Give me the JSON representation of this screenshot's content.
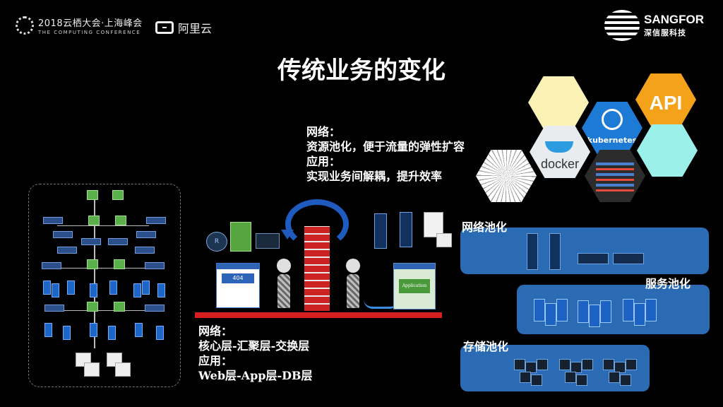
{
  "header": {
    "conference_name": "2018云栖大会·上海峰会",
    "conference_sub": "THE COMPUTING CONFERENCE",
    "partner": "阿里云",
    "brand": "SANGFOR",
    "brand_cn": "深信服科技"
  },
  "slide": {
    "title": "传统业务的变化"
  },
  "modern": {
    "line1": "网络：",
    "line2": "资源池化，便于流量的弹性扩容",
    "line3": "应用：",
    "line4": "实现业务间解耦，提升效率"
  },
  "traditional": {
    "line1": "网络：",
    "line2": "核心层-汇聚层-交换层",
    "line3": "应用：",
    "line4": "Web层-App层-DB层"
  },
  "pools": {
    "network": "网络池化",
    "service": "服务池化",
    "storage": "存储池化"
  },
  "hexagons": {
    "api": "API",
    "kubernetes": "kubernetes",
    "docker": "docker"
  },
  "scene": {
    "error_page": "404",
    "router_letter": "R",
    "app_window": "Application"
  },
  "colors": {
    "pool_blue": "#2a6bb3",
    "firewall_red": "#c22222",
    "api_orange": "#f5a21b",
    "k8s_blue": "#1d7bd6"
  }
}
